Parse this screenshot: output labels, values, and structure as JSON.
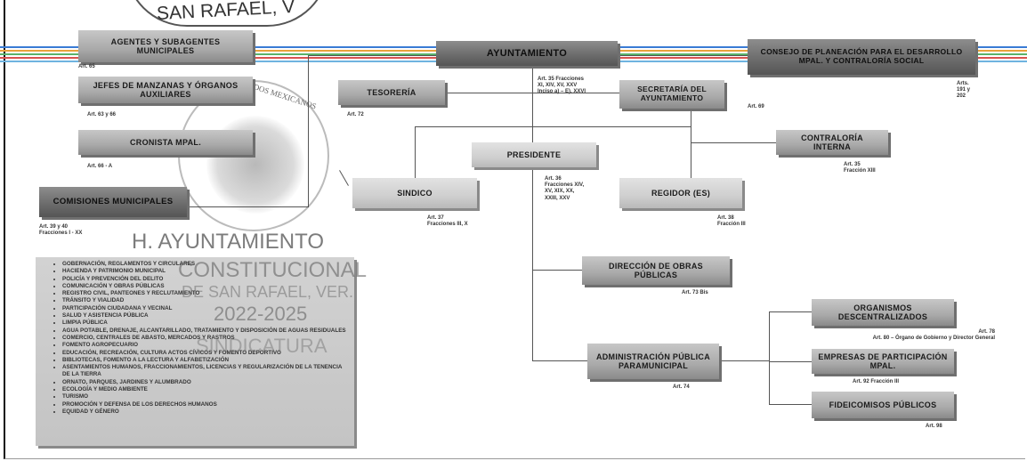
{
  "header_stamp": {
    "text": "SAN RAFAEL, V"
  },
  "colors": {
    "stripes": [
      "#3a7bd5",
      "#e9a23b",
      "#59b26a",
      "#d9534f",
      "#6fb3e0"
    ],
    "box_dark": "#6d6d6d",
    "box_mid": "#a9a9a9",
    "box_light": "#cfcfcf"
  },
  "stamp": {
    "seal_text_top": "ESTADOS MEXICANOS",
    "line1": "H. AYUNTAMIENTO",
    "line2": "CONSTITUCIONAL",
    "line3": "DE SAN RAFAEL, VER.",
    "line4": "2022-2025",
    "line5": "SINDICATURA"
  },
  "nodes": {
    "agentes": {
      "label": "AGENTES Y SUBAGENTES MUNICIPALES",
      "ref": "Art. 65"
    },
    "jefes": {
      "label": "JEFES DE MANZANAS Y ÓRGANOS AUXILIARES",
      "ref": "Art. 63 y 66"
    },
    "cronista": {
      "label": "CRONISTA MPAL.",
      "ref": "Art. 66 - A"
    },
    "comisiones": {
      "label": "COMISIONES MUNICIPALES",
      "ref": "Art. 39 y 40\nFracciones I - XX"
    },
    "ayuntamiento": {
      "label": "AYUNTAMIENTO",
      "ref": "Art. 35 Fracciones\nXI, XIV, XV, XXV\nInciso a) – E), XXVI"
    },
    "consejo": {
      "label": "CONSEJO DE PLANEACIÓN PARA EL DESARROLLO MPAL. Y CONTRALORÍA SOCIAL",
      "ref": "Arts.\n191 y\n202"
    },
    "tesoreria": {
      "label": "TESORERÍA",
      "ref": "Art. 72"
    },
    "secretaria": {
      "label": "SECRETARÍA DEL AYUNTAMIENTO",
      "ref": "Art. 69"
    },
    "contraloria": {
      "label": "CONTRALORÍA INTERNA",
      "ref": "Art. 35\nFracción XIII"
    },
    "presidente": {
      "label": "PRESIDENTE",
      "ref": "Art. 36\nFracciones XIV,\nXV, XIX, XX,\nXXIII, XXV"
    },
    "sindico": {
      "label": "SINDICO",
      "ref": "Art. 37\nFracciones III, X"
    },
    "regidor": {
      "label": "REGIDOR (ES)",
      "ref": "Art. 38\nFracción III"
    },
    "obras": {
      "label": "DIRECCIÓN DE OBRAS PÚBLICAS",
      "ref": "Art. 73 Bis"
    },
    "paramunicipal": {
      "label": "ADMINISTRACIÓN PÚBLICA PARAMUNICIPAL",
      "ref": "Art. 74"
    },
    "organismos": {
      "label": "ORGANISMOS DESCENTRALIZADOS",
      "ref": "Art. 78\nArt. 80 – Órgano de Gobierno y Director General"
    },
    "empresas": {
      "label": "EMPRESAS DE PARTICIPACIÓN MPAL.",
      "ref": "Art. 92 Fracción III"
    },
    "fideicomisos": {
      "label": "FIDEICOMISOS PÚBLICOS",
      "ref": "Art. 98"
    }
  },
  "commission_list": [
    "GOBERNACIÓN, REGLAMENTOS Y CIRCULARES",
    "HACIENDA Y PATRIMONIO MUNICIPAL",
    "POLICÍA Y PREVENCIÓN DEL DELITO",
    "COMUNICACIÓN Y OBRAS PÚBLICAS",
    "REGISTRO CIVIL, PANTEONES Y RECLUTAMIENTO",
    "TRÁNSITO Y VIALIDAD",
    "PARTICIPACIÓN CIUDADANA Y VECINAL",
    "SALUD Y ASISTENCIA PÚBLICA",
    "LIMPIA PÚBLICA",
    "AGUA POTABLE, DRENAJE, ALCANTARILLADO, TRATAMIENTO Y DISPOSICIÓN DE AGUAS RESIDUALES",
    "COMERCIO, CENTRALES DE ABASTO, MERCADOS Y RASTROS",
    "FOMENTO AGROPECUARIO",
    "EDUCACIÓN, RECREACIÓN, CULTURA ACTOS CÍVICOS Y FOMENTO DEPORTIVO",
    "BIBLIOTECAS, FOMENTO A LA LECTURA Y ALFABETIZACIÓN",
    "ASENTAMIENTOS HUMANOS, FRACCIONAMIENTOS, LICENCIAS Y REGULARIZACIÓN DE LA TENENCIA DE LA TIERRA",
    "ORNATO, PARQUES, JARDINES Y ALUMBRADO",
    "ECOLOGÍA Y MEDIO AMBIENTE",
    "TURISMO",
    "PROMOCIÓN Y DEFENSA DE LOS DERECHOS HUMANOS",
    "EQUIDAD Y GÉNERO"
  ]
}
